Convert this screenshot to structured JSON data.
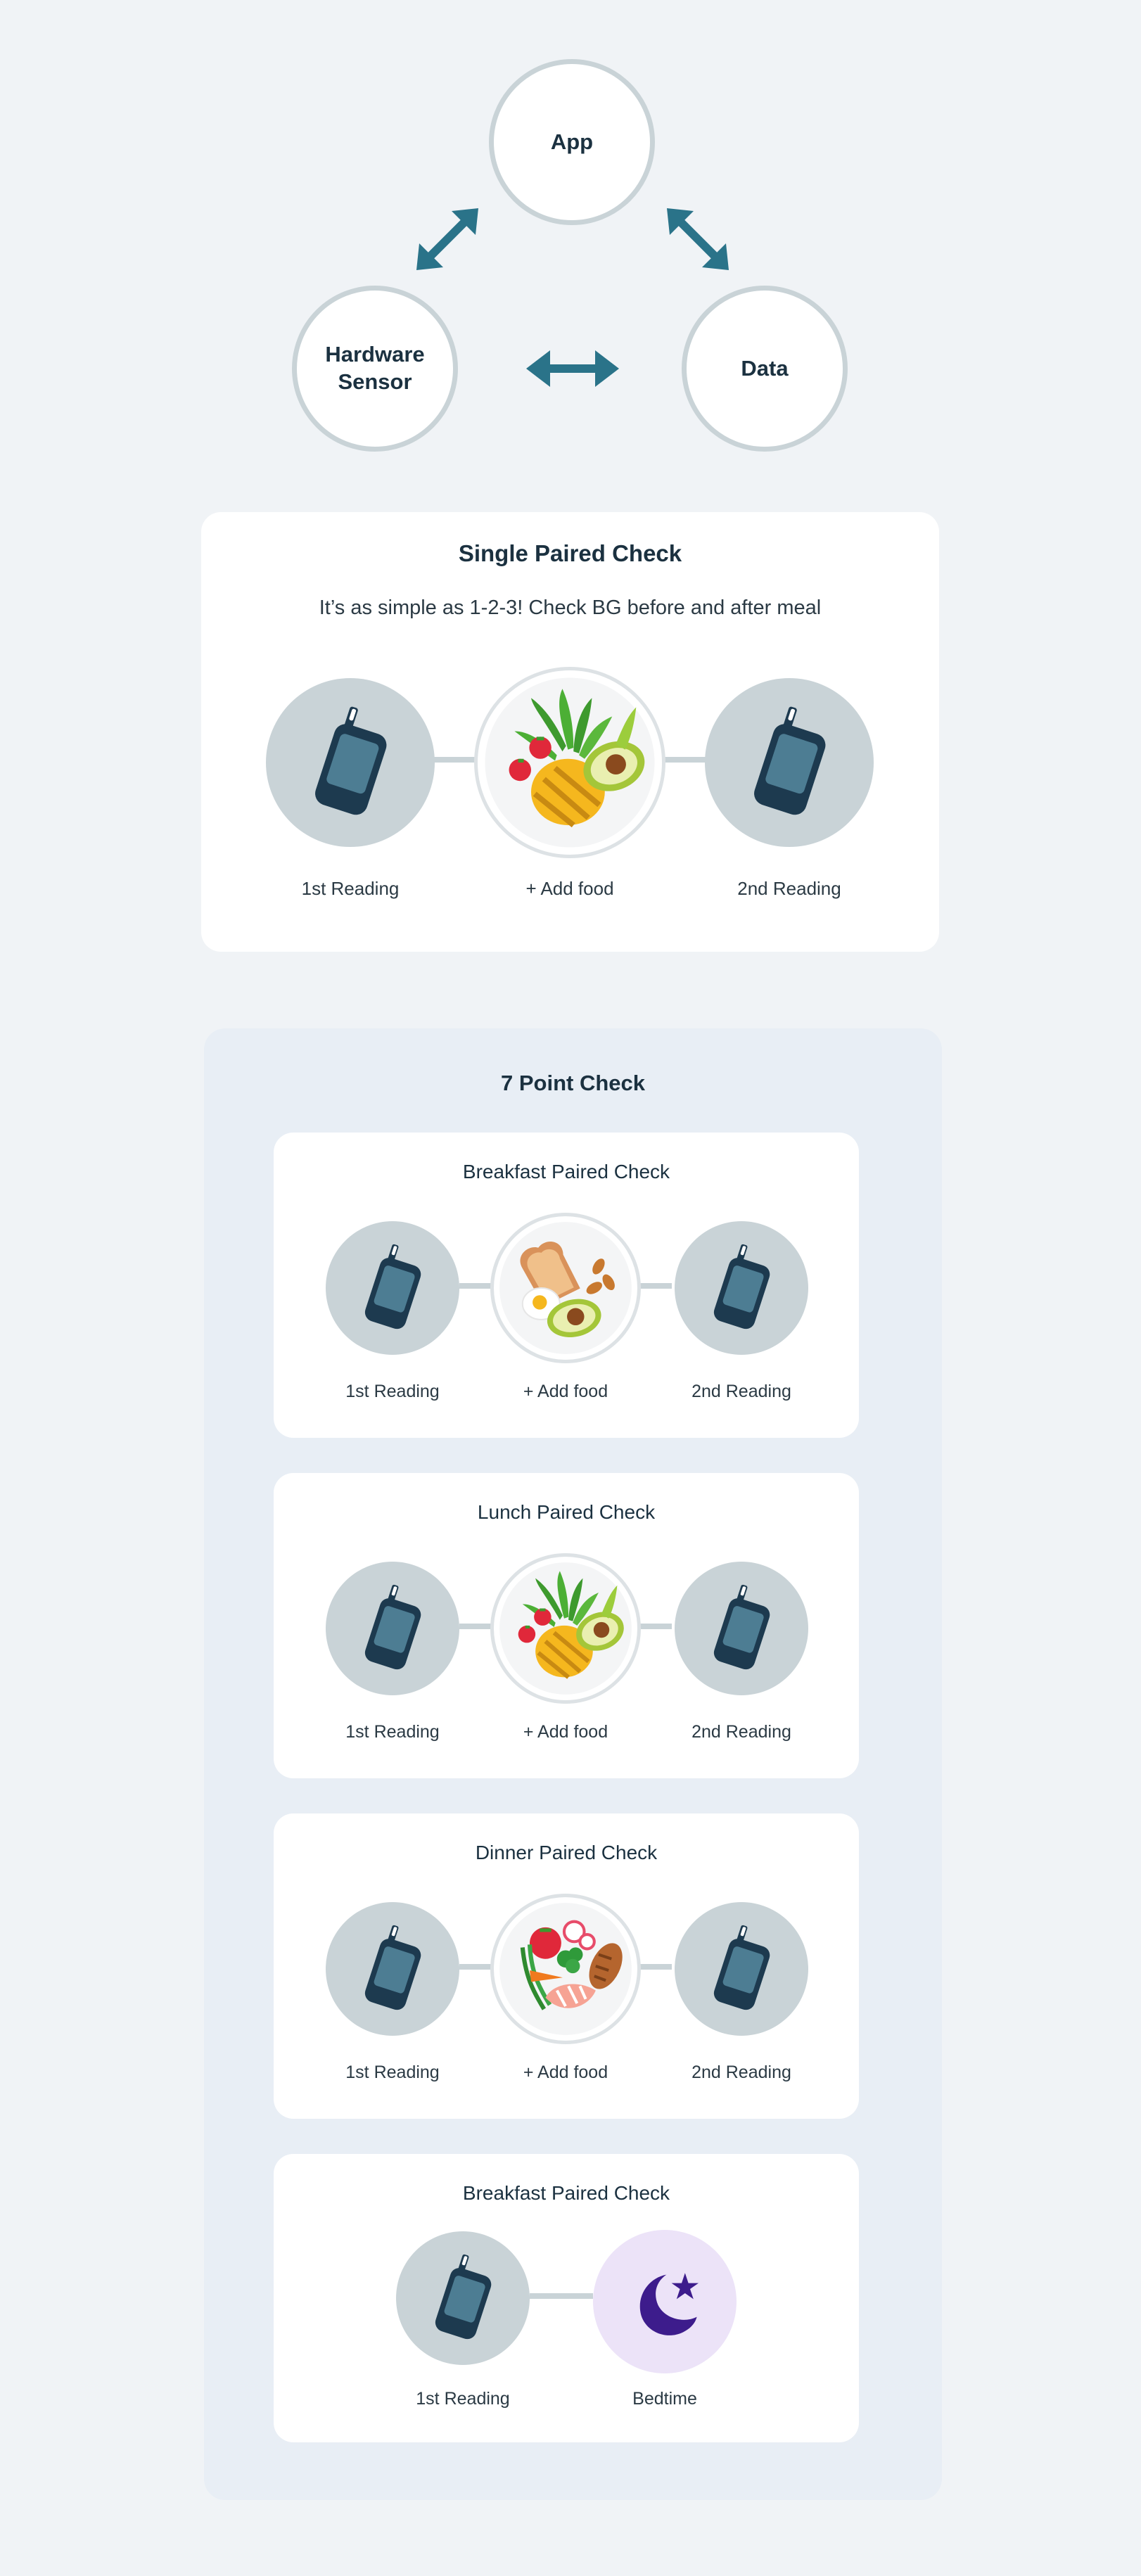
{
  "diagram": {
    "app": "App",
    "hardware": "Hardware\nSensor",
    "data": "Data"
  },
  "single_check": {
    "title": "Single  Paired Check",
    "subtitle": "It’s as simple as 1-2-3! Check BG before and after meal",
    "first_label": "1st Reading",
    "food_label": "+ Add food",
    "second_label": "2nd Reading"
  },
  "seven_point": {
    "title": "7 Point Check",
    "cards": [
      {
        "title": "Breakfast Paired Check",
        "first_label": "1st Reading",
        "food_label": "+ Add food",
        "second_label": "2nd Reading"
      },
      {
        "title": "Lunch Paired Check",
        "first_label": "1st Reading",
        "food_label": "+ Add food",
        "second_label": "2nd Reading"
      },
      {
        "title": "Dinner Paired Check",
        "first_label": "1st Reading",
        "food_label": "+ Add food",
        "second_label": "2nd Reading"
      },
      {
        "title": "Breakfast Paired Check",
        "first_label": "1st Reading",
        "bedtime_label": "Bedtime"
      }
    ]
  },
  "icons": {
    "meter": "glucose-meter-icon",
    "lunch": "lunch-plate-icon",
    "breakfast": "breakfast-plate-icon",
    "dinner": "dinner-plate-icon",
    "bedtime": "moon-star-icon"
  },
  "colors": {
    "page_bg": "#f0f3f6",
    "section_bg": "#e8eef5",
    "arrow": "#2a7389",
    "circle": "#c9d3d7",
    "meter_dark": "#1d3a4f",
    "meter_screen": "#4d7d93",
    "bedtime_bg": "#ece3f8",
    "moon": "#3d1c8c"
  }
}
